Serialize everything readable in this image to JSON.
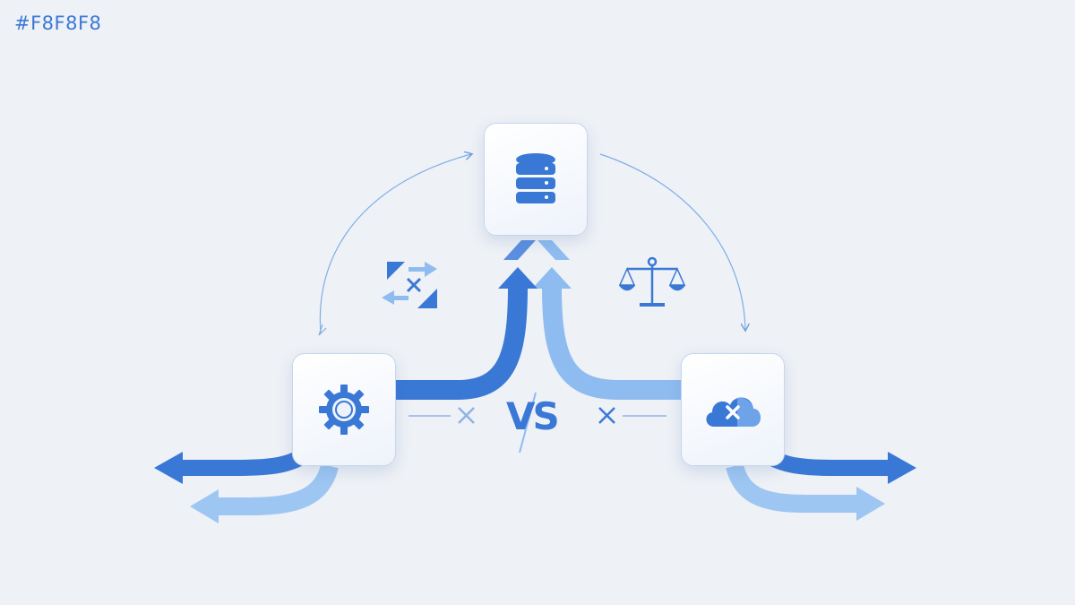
{
  "corner_label": "#F8F8F8",
  "vs_label": "VS",
  "colors": {
    "background": "#eef1f6",
    "primary_blue": "#3a78d6",
    "light_blue": "#8fbcf0",
    "node_border": "#c6d6ee"
  },
  "nodes": [
    {
      "id": "database",
      "icon": "database-icon"
    },
    {
      "id": "settings",
      "icon": "gear-icon"
    },
    {
      "id": "cloud-error",
      "icon": "cloud-x-icon"
    }
  ],
  "decorative_icons": [
    "swap-arrows-icon",
    "balance-scale-icon"
  ]
}
